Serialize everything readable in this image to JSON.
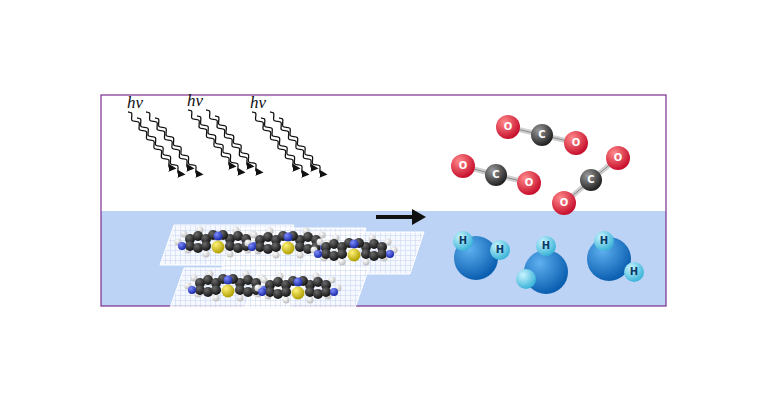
{
  "diagram": {
    "labels": [
      "hν",
      "hν",
      "hν",
      "O",
      "C",
      "O",
      "O",
      "C",
      "O",
      "O",
      "C",
      "O",
      "H",
      "H",
      "H",
      "H",
      "H"
    ]
  }
}
